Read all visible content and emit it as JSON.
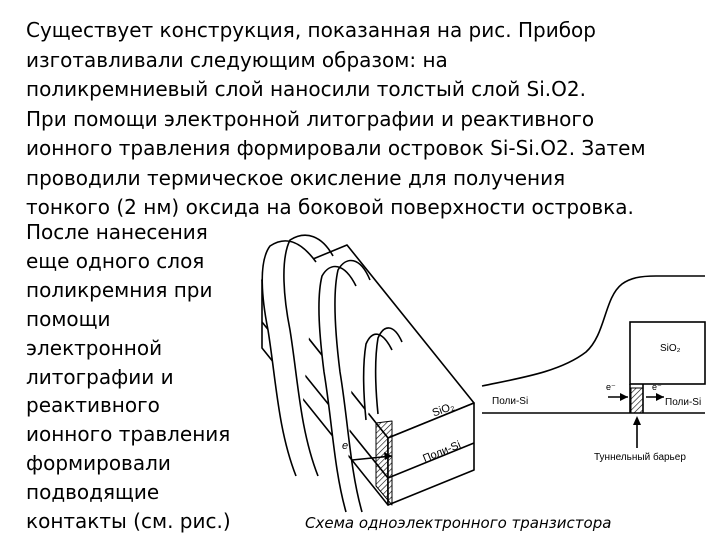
{
  "paragraph_lines": [
    "Существует конструкция, показанная на рис. Прибор",
    "изготавливали  следующим  образом:  на",
    "поликремниевый  слой  наносили  толстый  слой Si.O2.",
    "При помощи электронной литографии и реактивного",
    "ионного травления формировали островок Si-Si.O2. Затем",
    "проводили термическое окисление для получения",
    "тонкого (2 нм) оксида на боковой поверхности островка."
  ],
  "side_lines": [
    "После нанесения",
    "еще одного слоя",
    "поликремния при",
    "помощи",
    "электронной",
    "литографии и",
    "реактивного",
    "ионного травления",
    "формировали",
    "подводящие",
    "контакты (см. рис.)"
  ],
  "diagram_left": {
    "sio2_label": "SiO₂",
    "polysi_label": "Поли-Si",
    "electron_label": "e"
  },
  "diagram_right": {
    "sio2_label": "SiO₂",
    "polysi_left_label": "Поли-Si",
    "polysi_right_label": "Поли-Si",
    "electron_left_label": "e⁻",
    "electron_right_label": "e⁻",
    "barrier_label": "Туннельный барьер"
  },
  "caption": "Схема одноэлектронного транзистора"
}
